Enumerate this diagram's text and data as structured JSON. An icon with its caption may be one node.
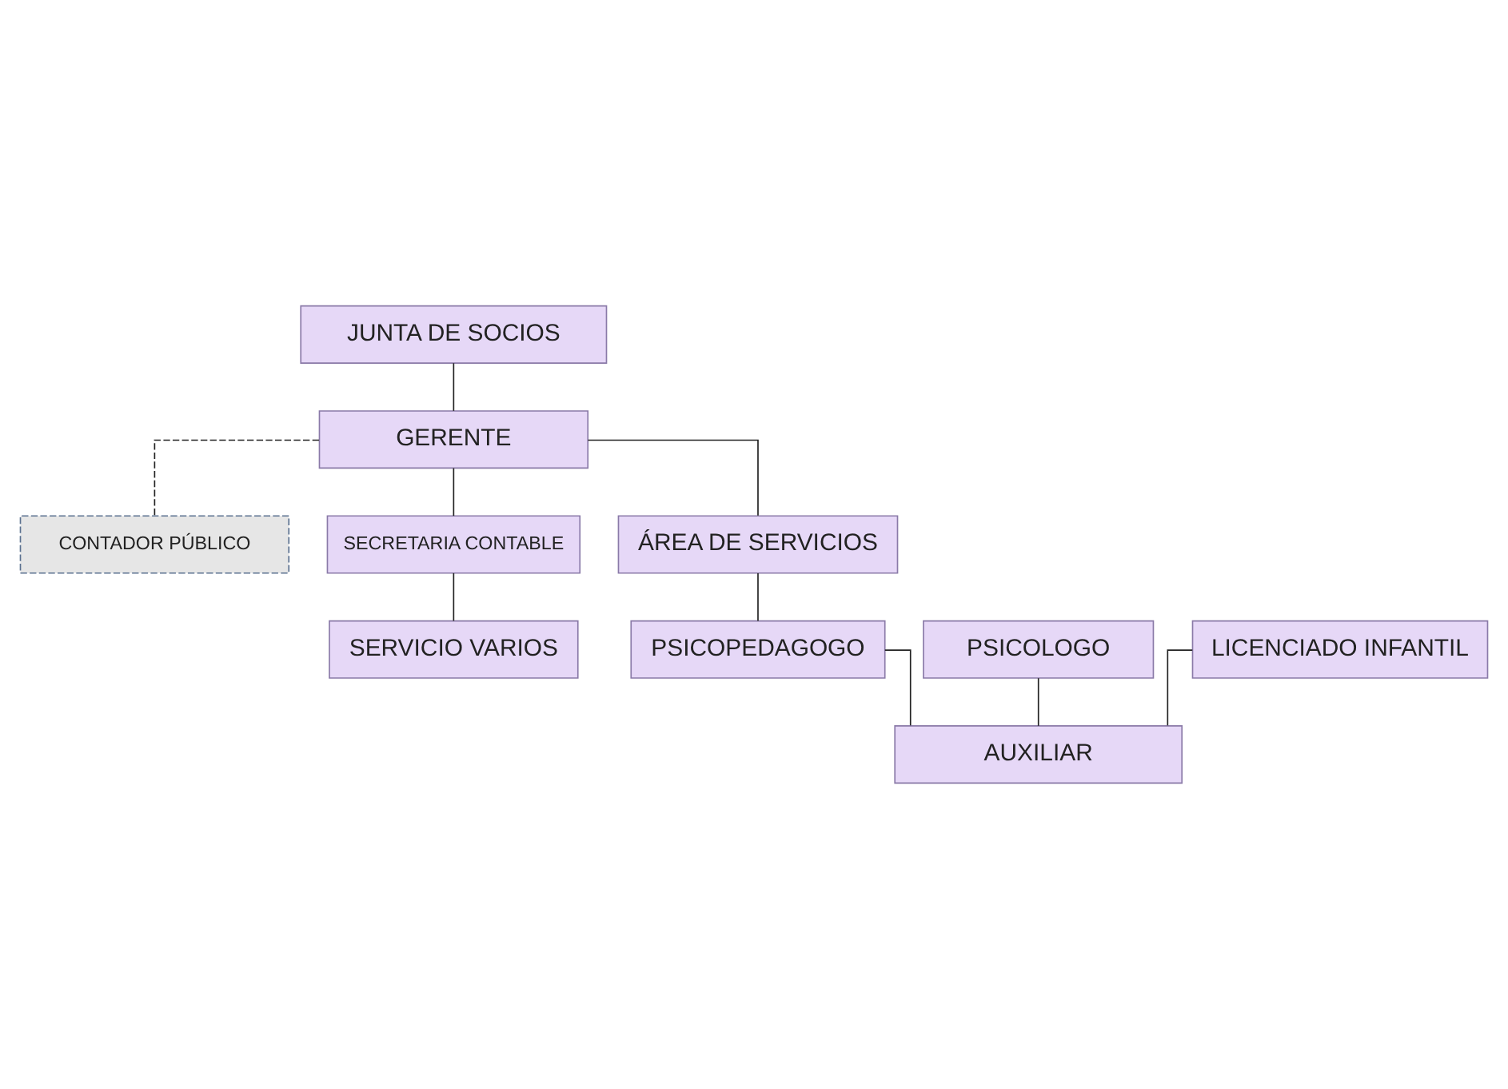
{
  "diagram": {
    "nodes": [
      {
        "text": [
          "JUNTA DE SOCIOS"
        ]
      },
      {
        "text": [
          "GERENTE"
        ]
      },
      {
        "text": [
          "CONTADOR PÚBLICO"
        ]
      },
      {
        "text": [
          "SECRETARIA CONTABLE"
        ]
      },
      {
        "text": [
          "SERVICIO VARIOS"
        ]
      },
      {
        "text": [
          "ÁREA DE SERVICIOS"
        ]
      },
      {
        "text": [
          "PSICOLOGO"
        ]
      },
      {
        "text": [
          "PSICOPEDAGOGO"
        ]
      },
      {
        "text": [
          "LICENCIADO INFANTIL"
        ]
      },
      {
        "text": [
          "AUXILIAR"
        ]
      }
    ],
    "edges": [
      {
        "from": 0,
        "to": 1,
        "arrow": "none"
      },
      {
        "from": 1,
        "to": 5,
        "arrow": "none"
      },
      {
        "from": 1,
        "to": 2,
        "arrow": "none",
        "style": "dashed"
      },
      {
        "from": 1,
        "to": 3,
        "arrow": "none"
      },
      {
        "from": 3,
        "to": 4,
        "arrow": "none"
      },
      {
        "from": 5,
        "to": 7,
        "arrow": "none"
      },
      {
        "from": 6,
        "to": 9,
        "arrow": "none"
      },
      {
        "from": 7,
        "to": 9,
        "arrow": "none"
      },
      {
        "from": 8,
        "to": 9,
        "arrow": "none"
      }
    ]
  }
}
